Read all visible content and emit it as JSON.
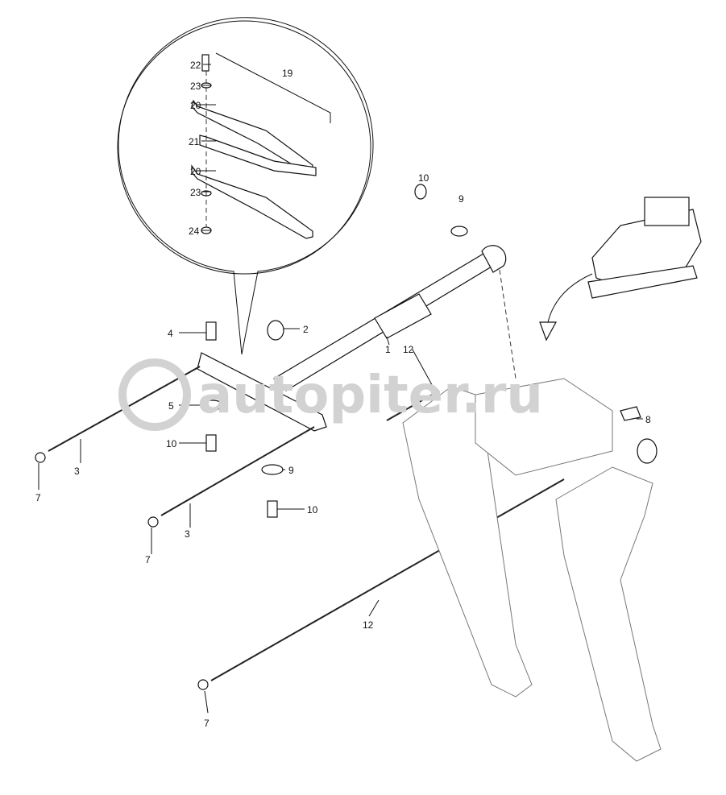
{
  "diagram": {
    "watermark": "autopiter.ru",
    "callouts": {
      "c22": "22",
      "c23a": "23",
      "c20a": "20",
      "c21": "21",
      "c20b": "20",
      "c23b": "23",
      "c24": "24",
      "c19": "19",
      "c10a": "10",
      "c9a": "9",
      "c4": "4",
      "c2": "2",
      "c1": "1",
      "c12a": "12",
      "c5": "5",
      "c10b": "10",
      "c3a": "3",
      "c7a": "7",
      "c9b": "9",
      "c10c": "10",
      "c3b": "3",
      "c7b": "7",
      "c12b": "12",
      "c7c": "7",
      "c8": "8"
    }
  }
}
